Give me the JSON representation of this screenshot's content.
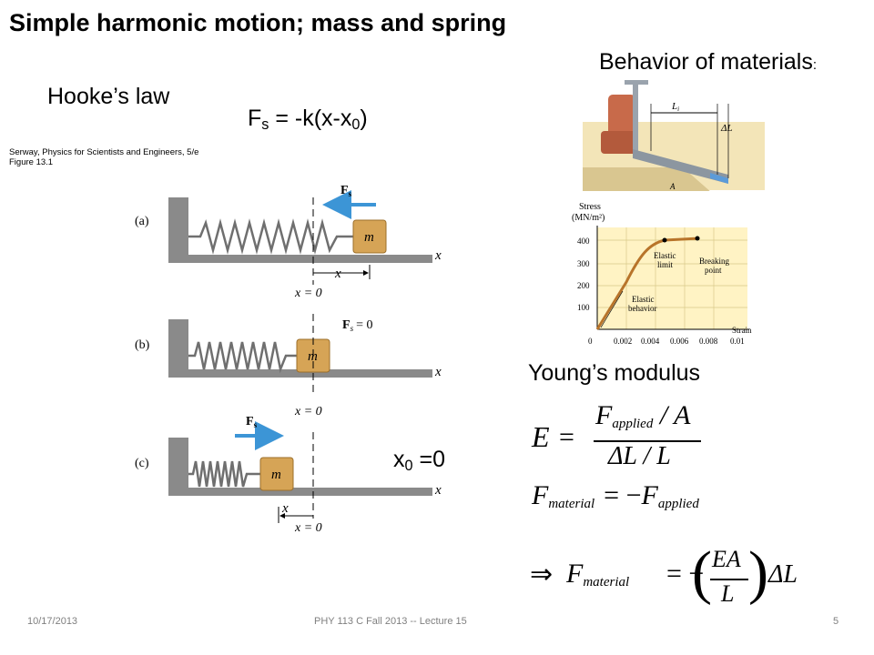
{
  "slide": {
    "title": "Simple harmonic motion; mass and spring",
    "hooke": {
      "heading": "Hooke’s law",
      "formula_left": "F",
      "formula_sub": "s",
      "formula_mid": " = -k(x-x",
      "formula_sub2": "0",
      "formula_end": ")"
    },
    "citation": {
      "line1": "Serway, Physics for Scientists and Engineers, 5/e",
      "line2": "Figure 13.1"
    },
    "figure": {
      "panel_a": "(a)",
      "panel_b": "(b)",
      "panel_c": "(c)",
      "mass": "m",
      "axis": "x",
      "x_zero": "x = 0",
      "x_disp": "x",
      "force_label": "F",
      "force_sub": "s",
      "force_zero": "= 0"
    },
    "x0": {
      "text": "x",
      "sub": "0",
      "value": " =0"
    },
    "materials": {
      "heading": "Behavior of materials",
      "heading_colon": ":",
      "clamp_labels": {
        "Li": "L",
        "Li_sub": "i",
        "dL": "ΔL",
        "A": "A"
      },
      "graph": {
        "ylabel1": "Stress",
        "ylabel2": "(MN/m²)",
        "xlabel": "Strain",
        "yticks": [
          "400",
          "300",
          "200",
          "100",
          "0"
        ],
        "xticks": [
          "0",
          "0.002",
          "0.004",
          "0.006",
          "0.008",
          "0.01"
        ],
        "annot_elastic_limit1": "Elastic",
        "annot_elastic_limit2": "limit",
        "annot_breaking1": "Breaking",
        "annot_breaking2": "point",
        "annot_behavior1": "Elastic",
        "annot_behavior2": "behavior"
      }
    },
    "young": {
      "heading": "Young’s modulus",
      "E": "E",
      "eq": "=",
      "F": "F",
      "applied": "applied",
      "slash_A": "/ A",
      "dL": "ΔL",
      "slash_L": "/ L",
      "material": "material",
      "neg_eq": "= −",
      "implies": "⇒",
      "EA": "EA",
      "L": "L",
      "dL2": "ΔL"
    },
    "footer": {
      "date": "10/17/2013",
      "course": "PHY 113 C  Fall 2013 -- Lecture 15",
      "page": "5"
    }
  }
}
